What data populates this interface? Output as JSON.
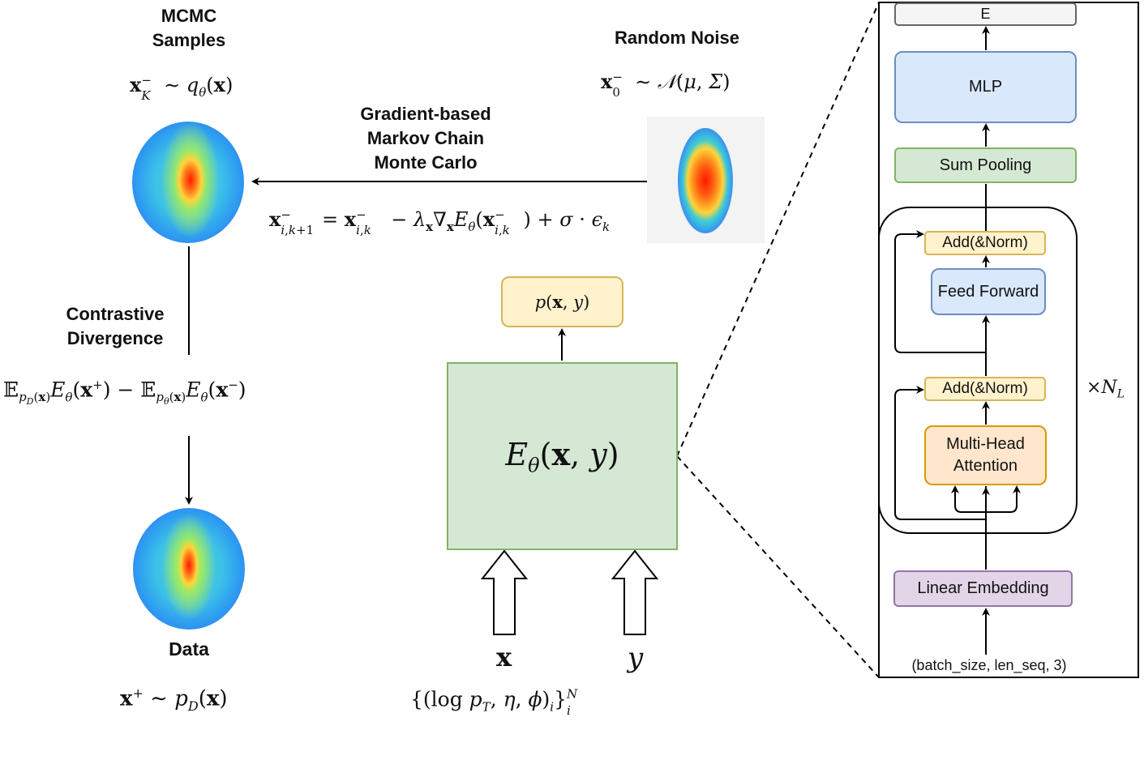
{
  "left": {
    "mcmc_title_1": "MCMC",
    "mcmc_title_2": "Samples",
    "mcmc_formula": "x⁻_K ∼ q_θ(x)",
    "cd_title_1": "Contrastive",
    "cd_title_2": "Divergence",
    "cd_formula": "𝔼_{p_D(x)} E_θ(x⁺) − 𝔼_{p_θ(x)} E_θ(x⁻)",
    "data_title": "Data",
    "data_formula": "x⁺ ∼ p_D(x)"
  },
  "middle": {
    "noise_title": "Random Noise",
    "noise_formula": "x⁻_0 ∼ 𝒩(μ, Σ)",
    "mcmc_method_1": "Gradient-based",
    "mcmc_method_2": "Markov Chain",
    "mcmc_method_3": "Monte Carlo",
    "update_formula": "x⁻_{i,k+1} = x⁻_{i,k} − λ_x ∇_x E_θ(x⁻_{i,k}) + σ · ε_k",
    "output_label": "p(x, y)",
    "energy_label": "E_θ(x, y)",
    "input_x": "x",
    "input_y": "y",
    "input_set": "{(log p_T, η, φ)_i}^N_i"
  },
  "architecture": {
    "e_label": "E",
    "mlp_label": "MLP",
    "sum_pooling_label": "Sum Pooling",
    "add_norm_top_label": "Add(&Norm)",
    "feed_forward_label": "Feed Forward",
    "add_norm_bottom_label": "Add(&Norm)",
    "mha_label_1": "Multi-Head",
    "mha_label_2": "Attention",
    "repeat_label": "×N_L",
    "linear_embedding_label": "Linear Embedding",
    "input_shape_label": "(batch_size, len_seq, 3)"
  },
  "colors": {
    "yellow_fill": "#fff2cc",
    "yellow_stroke": "#d6b656",
    "blue_fill": "#dae8fc",
    "blue_stroke": "#6c8ebf",
    "green_fill": "#d5e8d4",
    "green_stroke": "#82b366",
    "purple_fill": "#e1d5e7",
    "purple_stroke": "#9673a6",
    "orange_fill": "#ffe6cc",
    "orange_stroke": "#d79b00"
  }
}
